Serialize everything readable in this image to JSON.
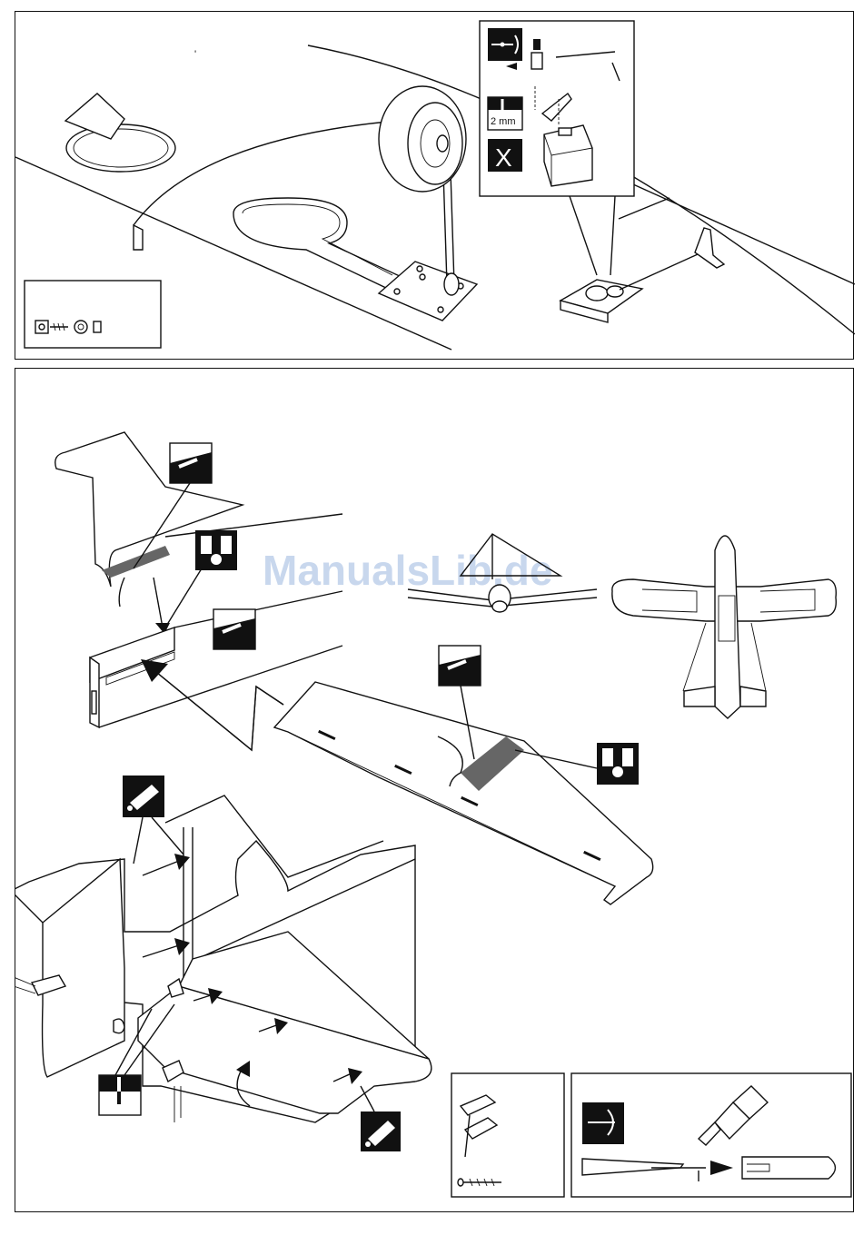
{
  "watermark": "ManualsLib.de",
  "top_panel": {
    "drill_label": "2 mm",
    "servo_mark": "X",
    "icons": [
      "servo-arm-rotate-icon",
      "drill-bit-icon",
      "servo-icon",
      "control-rod-icon",
      "wheel-icon",
      "landing-gear-plate-icon",
      "control-horn-icon"
    ],
    "parts_box_icons": [
      "quick-link-icon",
      "screw-icon",
      "washer-icon",
      "nut-icon"
    ]
  },
  "bottom_panel": {
    "icons": [
      "sanding-block-icon",
      "clamp-icon",
      "glue-bottle-icon",
      "drill-icon",
      "rotate-arrow-icon",
      "tail-fin-icon",
      "stabilizer-icon",
      "airplane-front-view-icon",
      "airplane-top-view-icon"
    ],
    "hinge_box_icons": [
      "hinge-icon",
      "screw-icon"
    ],
    "glue_box_icons": [
      "rotate-icon",
      "glue-bottle-icon",
      "rod-icon",
      "arrow-icon"
    ]
  },
  "colors": {
    "ink": "#111111",
    "shade": "#666666",
    "watermark": "#9cb7e0",
    "paper": "#ffffff"
  }
}
